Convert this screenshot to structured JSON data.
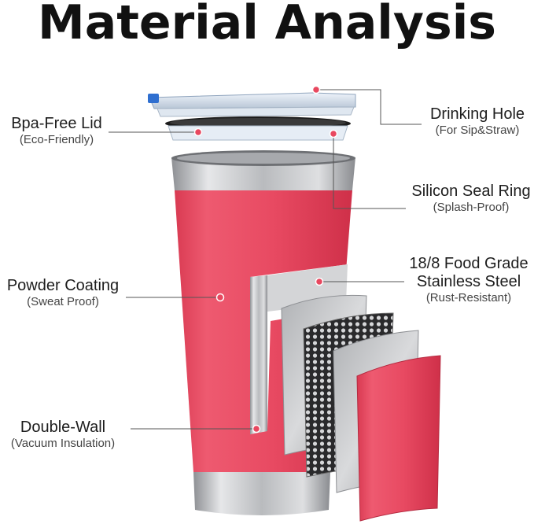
{
  "title": "Material Analysis",
  "colors": {
    "body": "#e8485f",
    "steel": "#c8c9cb",
    "dot": "#e8485f"
  },
  "labels": {
    "lid": {
      "name": "Bpa-Free Lid",
      "note": "(Eco-Friendly)"
    },
    "hole": {
      "name": "Drinking Hole",
      "note": "(For Sip&Straw)"
    },
    "seal": {
      "name": "Silicon Seal Ring",
      "note": "(Splash-Proof)"
    },
    "coating": {
      "name": "Powder Coating",
      "note": "(Sweat Proof)"
    },
    "steel": {
      "name_line1": "18/8 Food Grade",
      "name_line2": "Stainless Steel",
      "note": "(Rust-Resistant)"
    },
    "wall": {
      "name": "Double-Wall",
      "note": "(Vacuum Insulation)"
    }
  }
}
